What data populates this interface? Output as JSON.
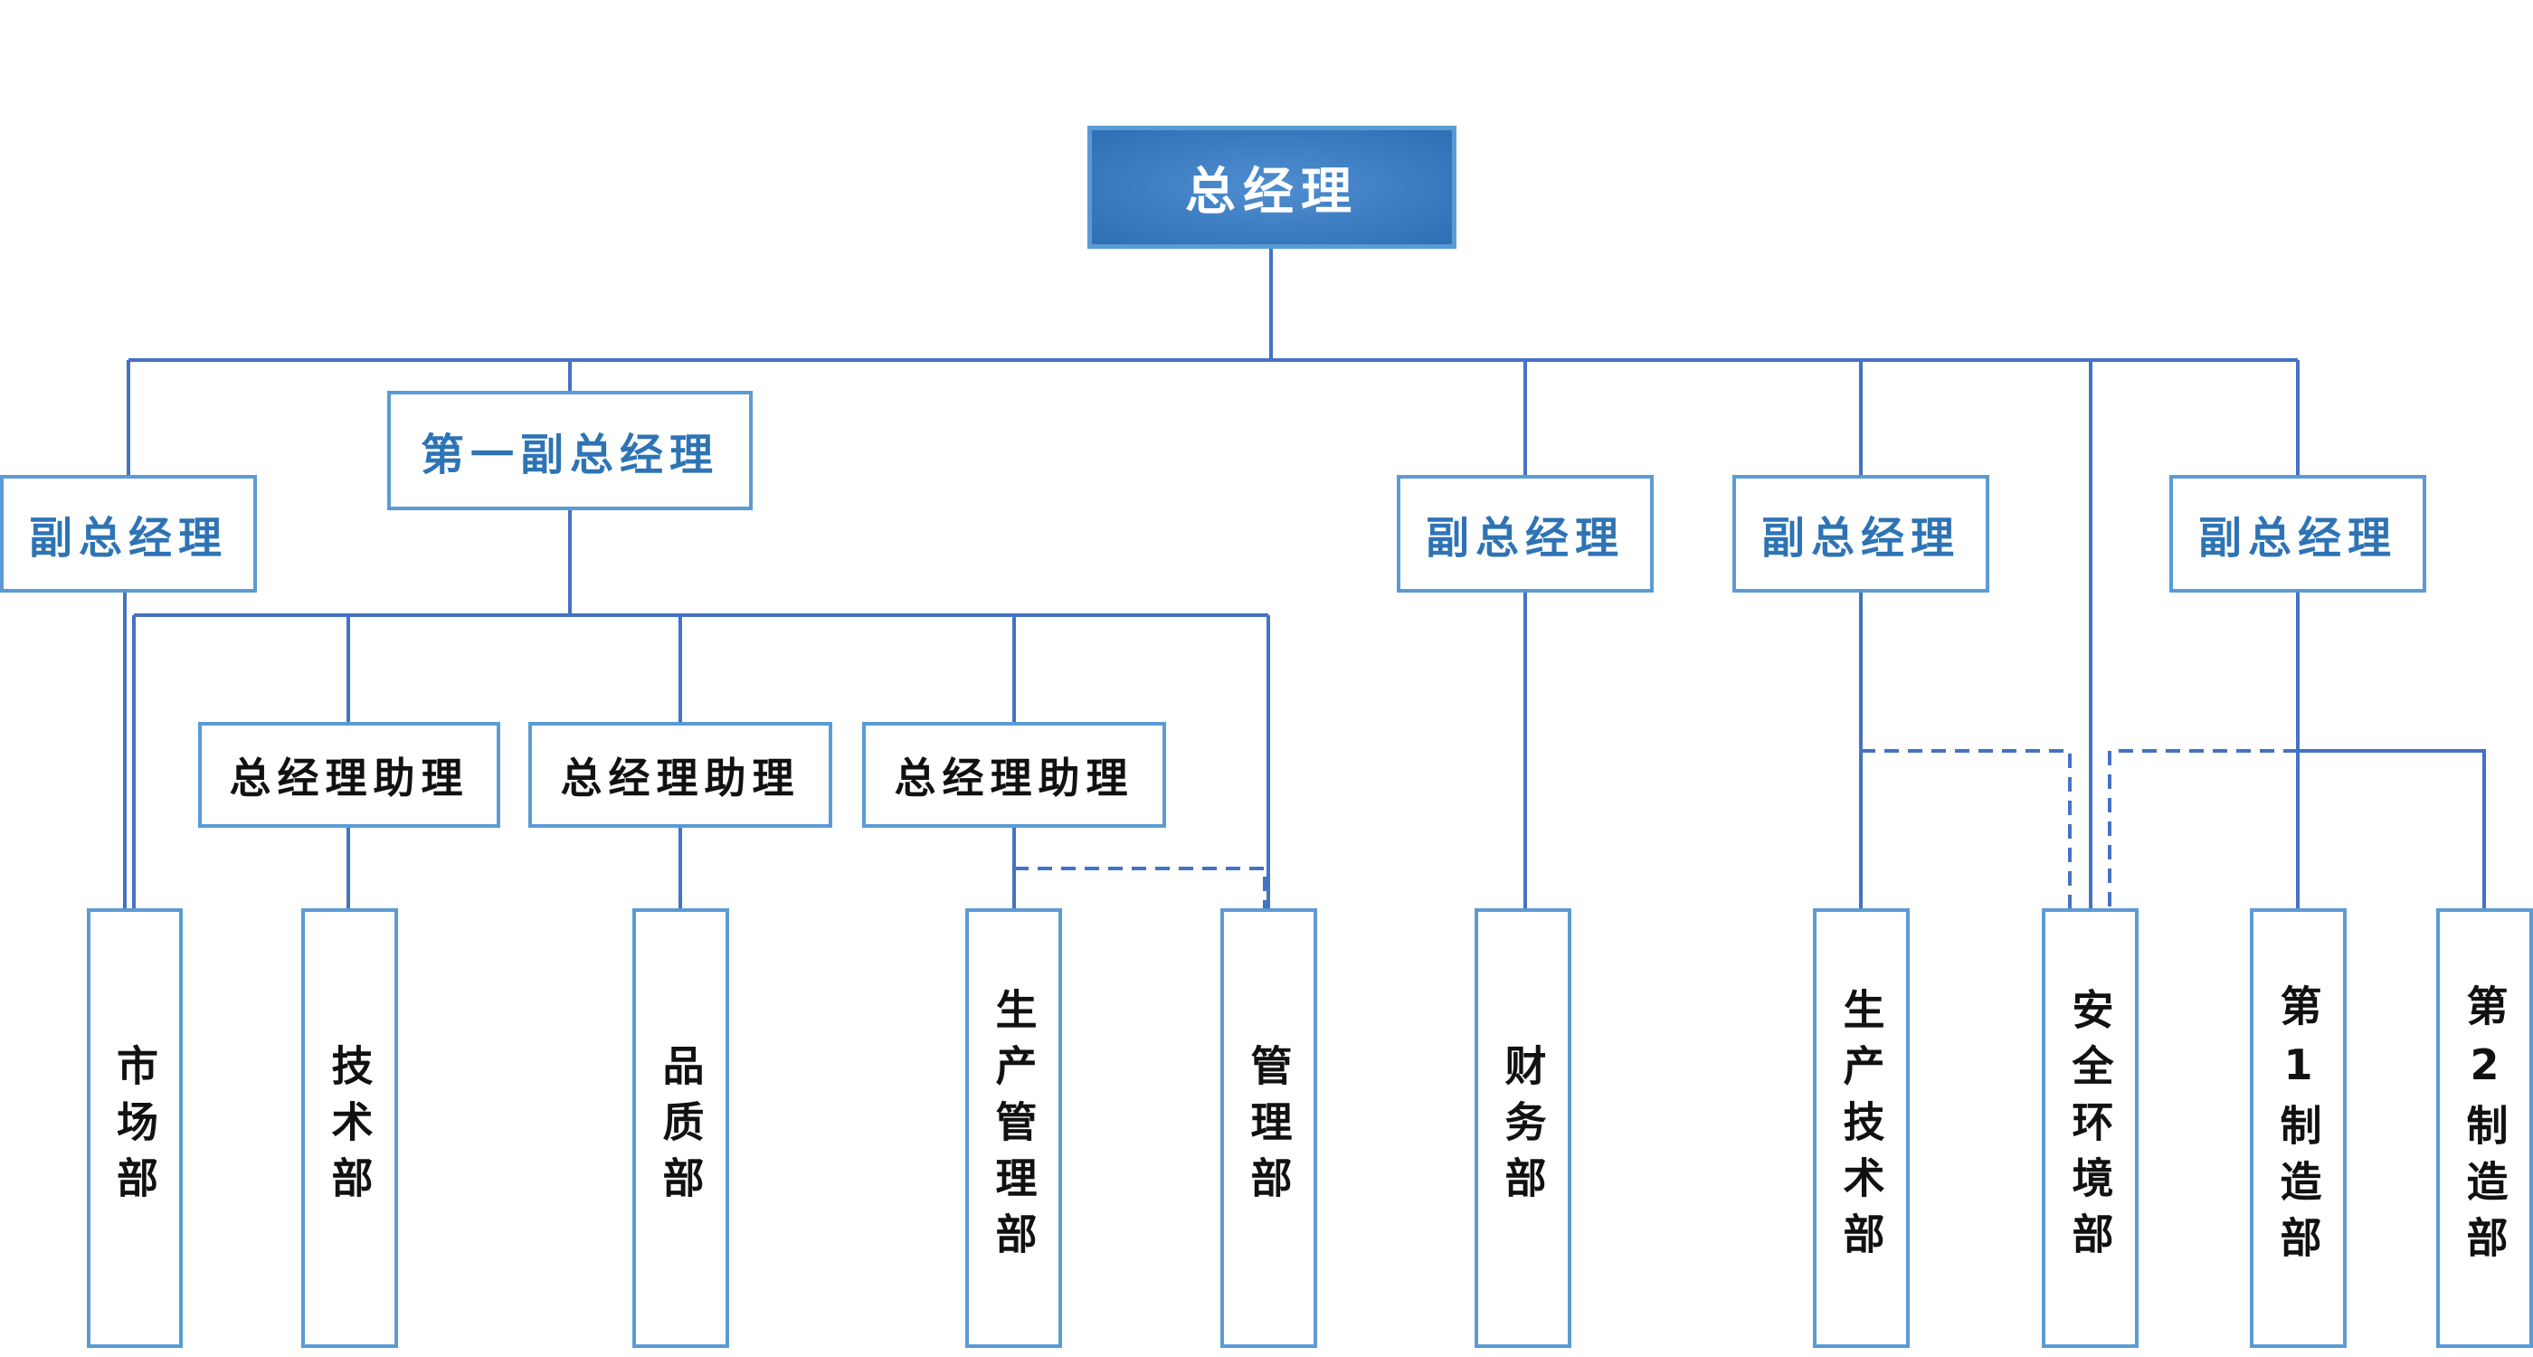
{
  "chart": {
    "ceo": "总经理",
    "first_vp": "第一副总经理",
    "vp_label": "副总经理",
    "assistant_label": "总经理助理",
    "departments": {
      "market": "市场部",
      "tech": "技术部",
      "quality": "品质部",
      "production_mgmt": "生产管理部",
      "admin": "管理部",
      "finance": "财务部",
      "production_tech": "生产技术部",
      "safety_env": "安全环境部",
      "plant1": "第1制造部",
      "plant2": "第2制造部"
    }
  },
  "colors": {
    "line": "#4472c4",
    "box_border": "#5b9bd5",
    "ceo_fill": "#2e75b6",
    "vp_text": "#2e74b5",
    "dept_text": "#111111"
  }
}
